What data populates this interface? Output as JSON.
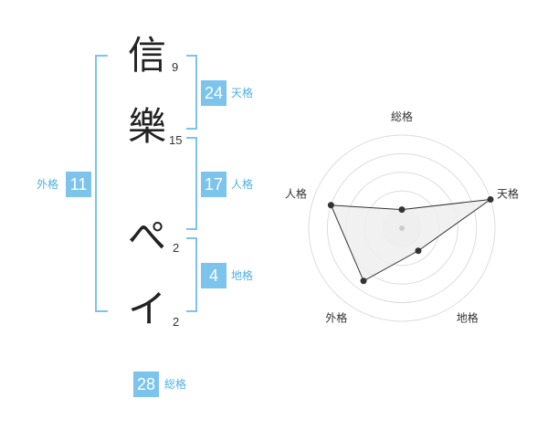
{
  "name_chars": [
    {
      "char": "信",
      "strokes": "9"
    },
    {
      "char": "樂",
      "strokes": "15"
    },
    {
      "char": "ぺ",
      "strokes": "2"
    },
    {
      "char": "イ",
      "strokes": "2"
    }
  ],
  "fortunes": {
    "tenkaku": {
      "label": "天格",
      "value": "24"
    },
    "jinkaku": {
      "label": "人格",
      "value": "17"
    },
    "chikaku": {
      "label": "地格",
      "value": "4"
    },
    "gaikaku": {
      "label": "外格",
      "value": "11"
    },
    "soukaku": {
      "label": "総格",
      "value": "28"
    }
  },
  "colors": {
    "accent": "#7cc4ec",
    "accent_text": "#4fb0e4"
  },
  "chart_data": {
    "type": "radar",
    "axes": [
      "総格",
      "天格",
      "地格",
      "外格",
      "人格"
    ],
    "values": [
      1.0,
      5.0,
      1.5,
      3.5,
      4.0
    ],
    "max": 5,
    "rings": 5,
    "fill": "#eeeeee",
    "line_color": "#333333"
  }
}
